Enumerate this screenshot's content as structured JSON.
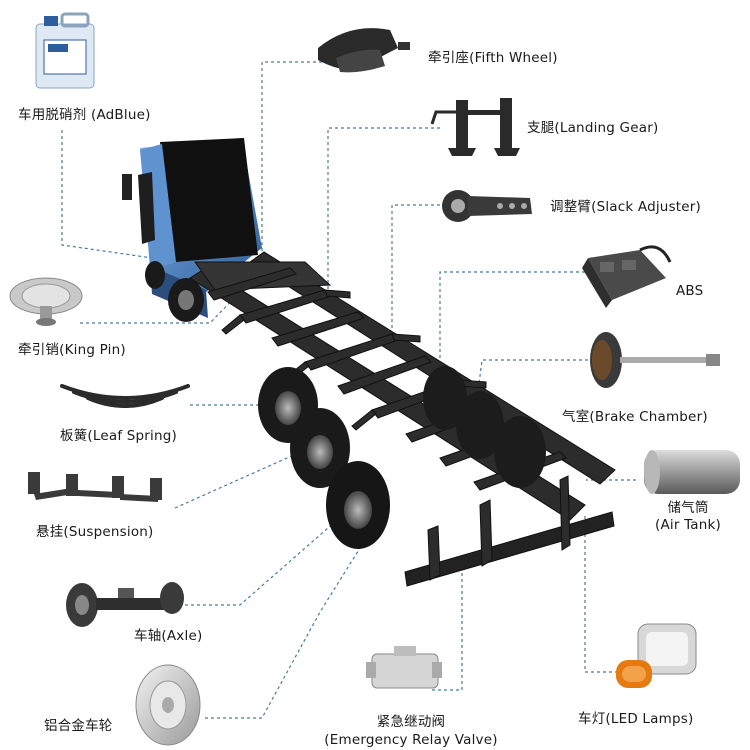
{
  "labels": {
    "adblue": "车用脱硝剂 (AdBlue)",
    "fifth_wheel": "牵引座(Fifth Wheel)",
    "landing_gear": "支腿(Landing Gear)",
    "slack_adjuster": "调整臂(Slack Adjuster)",
    "abs": "ABS",
    "king_pin": "牵引销(King Pin)",
    "leaf_spring": "板簧(Leaf Spring)",
    "brake_chamber": "气室(Brake Chamber)",
    "air_tank_cn": "储气筒",
    "air_tank_en": "(Air Tank)",
    "suspension": "悬挂(Suspension)",
    "axle": "车轴(Axle)",
    "led_lamps": "车灯(LED Lamps)",
    "wheel": "铝合金车轮",
    "relay_valve_cn": "紧急继动阀",
    "relay_valve_en": "(Emergency Relay Valve)"
  },
  "colors": {
    "cab": "#4a7fc0",
    "frame": "#2a2a2a",
    "leader": "#4a7a9a"
  },
  "icons": [
    "jerrycan-icon",
    "fifth-wheel-icon",
    "landing-gear-icon",
    "slack-adjuster-icon",
    "abs-module-icon",
    "king-pin-icon",
    "leaf-spring-icon",
    "brake-chamber-icon",
    "air-tank-icon",
    "suspension-icon",
    "axle-icon",
    "led-lamp-icon",
    "wheel-icon",
    "relay-valve-icon"
  ]
}
